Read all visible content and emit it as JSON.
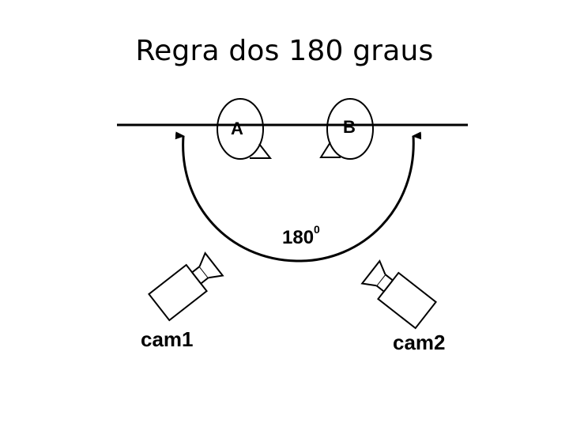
{
  "slide": {
    "title": "Regra dos 180 graus"
  },
  "diagram": {
    "subject_a": "A",
    "subject_b": "B",
    "angle_value": "180",
    "angle_superscript": "0",
    "camera_1": "cam1",
    "camera_2": "cam2"
  },
  "colors": {
    "line": "#000000",
    "background": "#ffffff"
  }
}
